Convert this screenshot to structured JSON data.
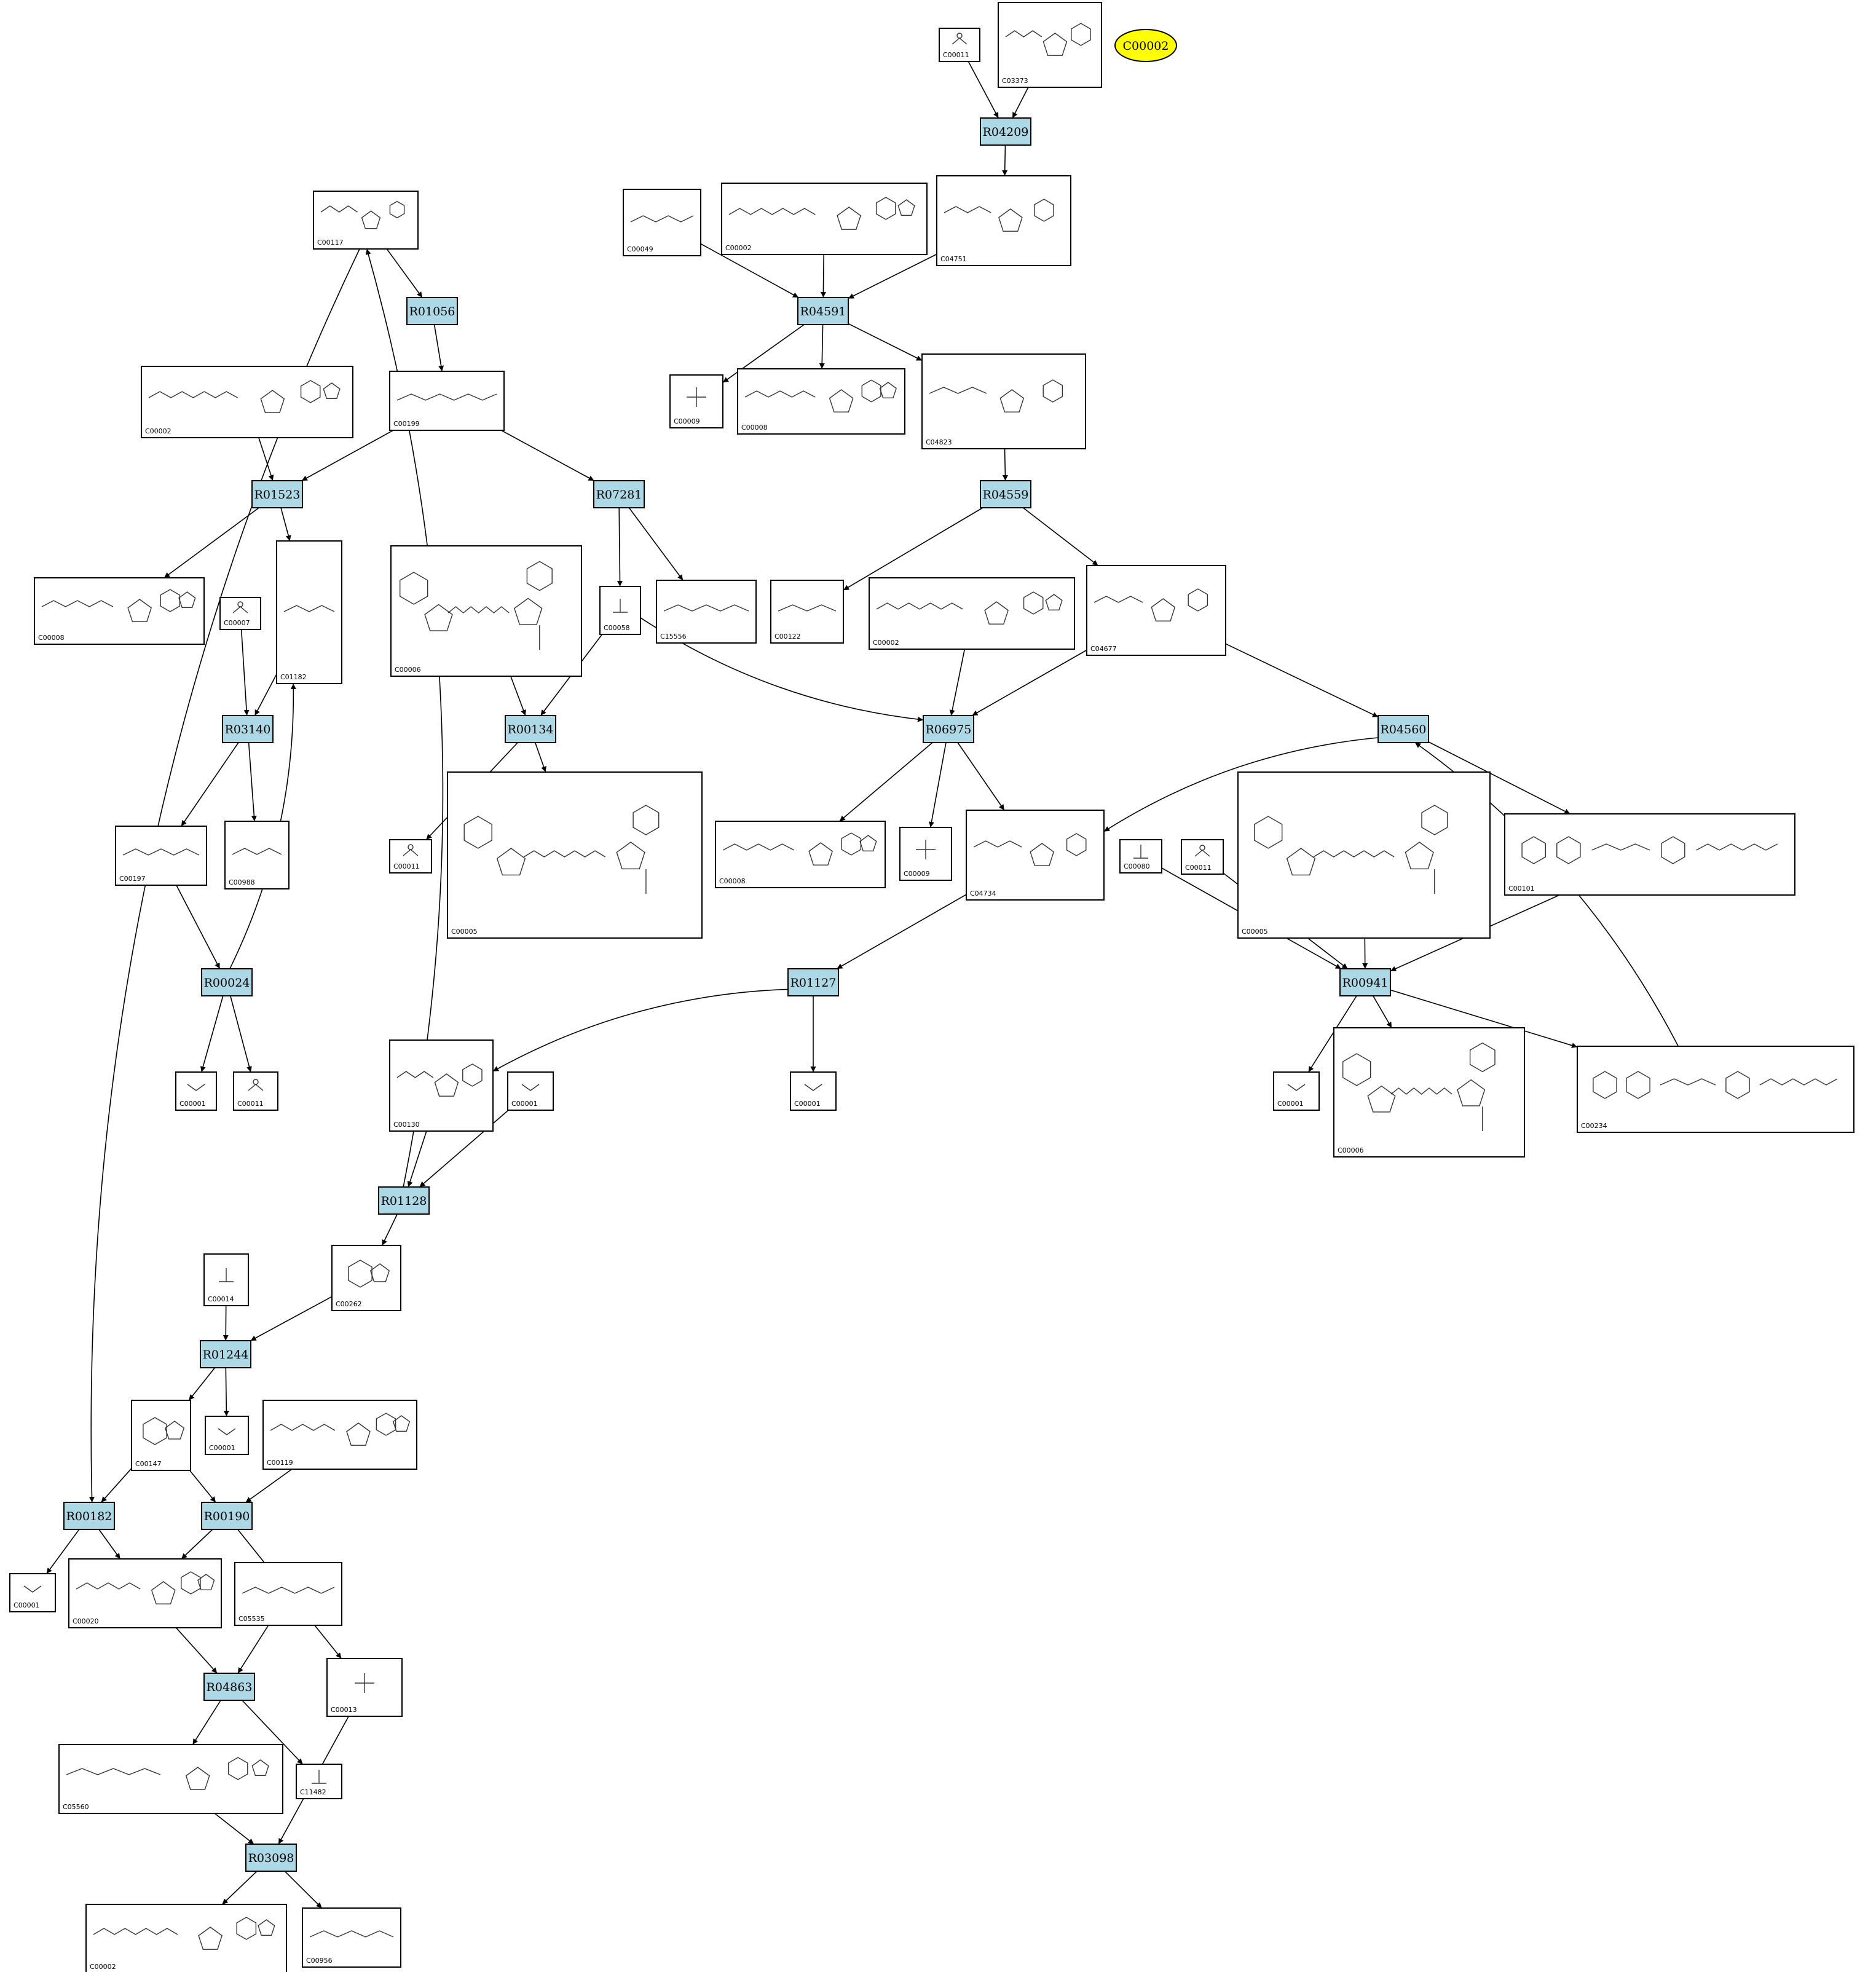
{
  "colors": {
    "reaction_fill": "#add8e6",
    "highlight_fill": "#ffff00",
    "stroke": "#000000"
  },
  "highlight": {
    "id": "hl",
    "label": "C00002"
  },
  "reactions": [
    {
      "id": "r1",
      "label": "R04209"
    },
    {
      "id": "r2",
      "label": "R04591"
    },
    {
      "id": "r3",
      "label": "R01056"
    },
    {
      "id": "r4",
      "label": "R01523"
    },
    {
      "id": "r5",
      "label": "R07281"
    },
    {
      "id": "r6",
      "label": "R04559"
    },
    {
      "id": "r7",
      "label": "R03140"
    },
    {
      "id": "r8",
      "label": "R00134"
    },
    {
      "id": "r9",
      "label": "R06975"
    },
    {
      "id": "r10",
      "label": "R04560"
    },
    {
      "id": "r11",
      "label": "R00024"
    },
    {
      "id": "r12",
      "label": "R01127"
    },
    {
      "id": "r13",
      "label": "R00941"
    },
    {
      "id": "r14",
      "label": "R01128"
    },
    {
      "id": "r15",
      "label": "R01244"
    },
    {
      "id": "r16",
      "label": "R00182"
    },
    {
      "id": "r17",
      "label": "R00190"
    },
    {
      "id": "r18",
      "label": "R04863"
    },
    {
      "id": "r19",
      "label": "R03098"
    }
  ],
  "compounds": [
    {
      "id": "c1",
      "label": "C00011"
    },
    {
      "id": "c2",
      "label": "C03373"
    },
    {
      "id": "c3",
      "label": "C00117"
    },
    {
      "id": "c4",
      "label": "C00049"
    },
    {
      "id": "c5",
      "label": "C00002"
    },
    {
      "id": "c6",
      "label": "C04751"
    },
    {
      "id": "c7",
      "label": "C00009"
    },
    {
      "id": "c8",
      "label": "C00008"
    },
    {
      "id": "c9",
      "label": "C04823"
    },
    {
      "id": "c10",
      "label": "C00002"
    },
    {
      "id": "c11",
      "label": "C00199"
    },
    {
      "id": "c12",
      "label": "C00008"
    },
    {
      "id": "c13",
      "label": "C00007"
    },
    {
      "id": "c14",
      "label": "C01182"
    },
    {
      "id": "c15",
      "label": "C00006"
    },
    {
      "id": "c16",
      "label": "C00058"
    },
    {
      "id": "c17",
      "label": "C15556"
    },
    {
      "id": "c18",
      "label": "C00122"
    },
    {
      "id": "c19",
      "label": "C00002"
    },
    {
      "id": "c20",
      "label": "C04677"
    },
    {
      "id": "c21",
      "label": "C00197"
    },
    {
      "id": "c22",
      "label": "C00988"
    },
    {
      "id": "c23",
      "label": "C00011"
    },
    {
      "id": "c24",
      "label": "C00005"
    },
    {
      "id": "c25",
      "label": "C00008"
    },
    {
      "id": "c26",
      "label": "C00009"
    },
    {
      "id": "c27",
      "label": "C04734"
    },
    {
      "id": "c28",
      "label": "C00080"
    },
    {
      "id": "c29",
      "label": "C00011"
    },
    {
      "id": "c30",
      "label": "C00005"
    },
    {
      "id": "c31",
      "label": "C00101"
    },
    {
      "id": "c32",
      "label": "C00001"
    },
    {
      "id": "c33",
      "label": "C00011"
    },
    {
      "id": "c34",
      "label": "C00130"
    },
    {
      "id": "c35",
      "label": "C00001"
    },
    {
      "id": "c36",
      "label": "C00001"
    },
    {
      "id": "c37",
      "label": "C00001"
    },
    {
      "id": "c38",
      "label": "C00006"
    },
    {
      "id": "c39",
      "label": "C00234"
    },
    {
      "id": "c40",
      "label": "C00014"
    },
    {
      "id": "c41",
      "label": "C00262"
    },
    {
      "id": "c42",
      "label": "C00147"
    },
    {
      "id": "c43",
      "label": "C00001"
    },
    {
      "id": "c44",
      "label": "C00119"
    },
    {
      "id": "c45",
      "label": "C00001"
    },
    {
      "id": "c46",
      "label": "C00020"
    },
    {
      "id": "c47",
      "label": "C05535"
    },
    {
      "id": "c48",
      "label": "C00013"
    },
    {
      "id": "c49",
      "label": "C05560"
    },
    {
      "id": "c50",
      "label": "C11482"
    },
    {
      "id": "c51",
      "label": "C00002"
    },
    {
      "id": "c52",
      "label": "C00956"
    }
  ],
  "edges": [
    [
      "c1",
      "r1"
    ],
    [
      "c2",
      "r1"
    ],
    [
      "r1",
      "c6"
    ],
    [
      "c4",
      "r2"
    ],
    [
      "c5",
      "r2"
    ],
    [
      "c6",
      "r2"
    ],
    [
      "r2",
      "c7"
    ],
    [
      "r2",
      "c8"
    ],
    [
      "r2",
      "c9"
    ],
    [
      "c9",
      "r6"
    ],
    [
      "r6",
      "c18"
    ],
    [
      "r6",
      "c20"
    ],
    [
      "c3",
      "r3"
    ],
    [
      "r3",
      "c11"
    ],
    [
      "c10",
      "r4"
    ],
    [
      "c11",
      "r4"
    ],
    [
      "r4",
      "c12"
    ],
    [
      "r4",
      "c14"
    ],
    [
      "c11",
      "r5"
    ],
    [
      "r5",
      "c16"
    ],
    [
      "r5",
      "c17"
    ],
    [
      "c13",
      "r7"
    ],
    [
      "c14",
      "r7"
    ],
    [
      "r7",
      "c21"
    ],
    [
      "r7",
      "c22"
    ],
    [
      "c21",
      "r11"
    ],
    [
      "r11",
      "c14"
    ],
    [
      "r11",
      "c32"
    ],
    [
      "r11",
      "c33"
    ],
    [
      "c15",
      "r8"
    ],
    [
      "c16",
      "r8"
    ],
    [
      "r8",
      "c23"
    ],
    [
      "r8",
      "c24"
    ],
    [
      "c16",
      "r9"
    ],
    [
      "c19",
      "r9"
    ],
    [
      "c20",
      "r9"
    ],
    [
      "r9",
      "c25"
    ],
    [
      "r9",
      "c26"
    ],
    [
      "r9",
      "c27"
    ],
    [
      "c20",
      "r10"
    ],
    [
      "r10",
      "c27"
    ],
    [
      "r10",
      "c31"
    ],
    [
      "c39",
      "r10"
    ],
    [
      "c27",
      "r12"
    ],
    [
      "r12",
      "c34"
    ],
    [
      "r12",
      "c35"
    ],
    [
      "c28",
      "r13"
    ],
    [
      "c29",
      "r13"
    ],
    [
      "c30",
      "r13"
    ],
    [
      "c31",
      "r13"
    ],
    [
      "r13",
      "c37"
    ],
    [
      "r13",
      "c38"
    ],
    [
      "r13",
      "c39"
    ],
    [
      "c34",
      "r14"
    ],
    [
      "c36",
      "r14"
    ],
    [
      "r14",
      "c3"
    ],
    [
      "r14",
      "c41"
    ],
    [
      "c40",
      "r15"
    ],
    [
      "c41",
      "r15"
    ],
    [
      "r15",
      "c42"
    ],
    [
      "r15",
      "c43"
    ],
    [
      "c3",
      "r16"
    ],
    [
      "c42",
      "r16"
    ],
    [
      "r16",
      "c45"
    ],
    [
      "r16",
      "c46"
    ],
    [
      "c42",
      "r17"
    ],
    [
      "c44",
      "r17"
    ],
    [
      "r17",
      "c46"
    ],
    [
      "r17",
      "c48"
    ],
    [
      "c46",
      "r18"
    ],
    [
      "c47",
      "r18"
    ],
    [
      "r18",
      "c49"
    ],
    [
      "r18",
      "c50"
    ],
    [
      "c49",
      "r19"
    ],
    [
      "c48",
      "r19"
    ],
    [
      "r19",
      "c51"
    ],
    [
      "r19",
      "c52"
    ]
  ]
}
